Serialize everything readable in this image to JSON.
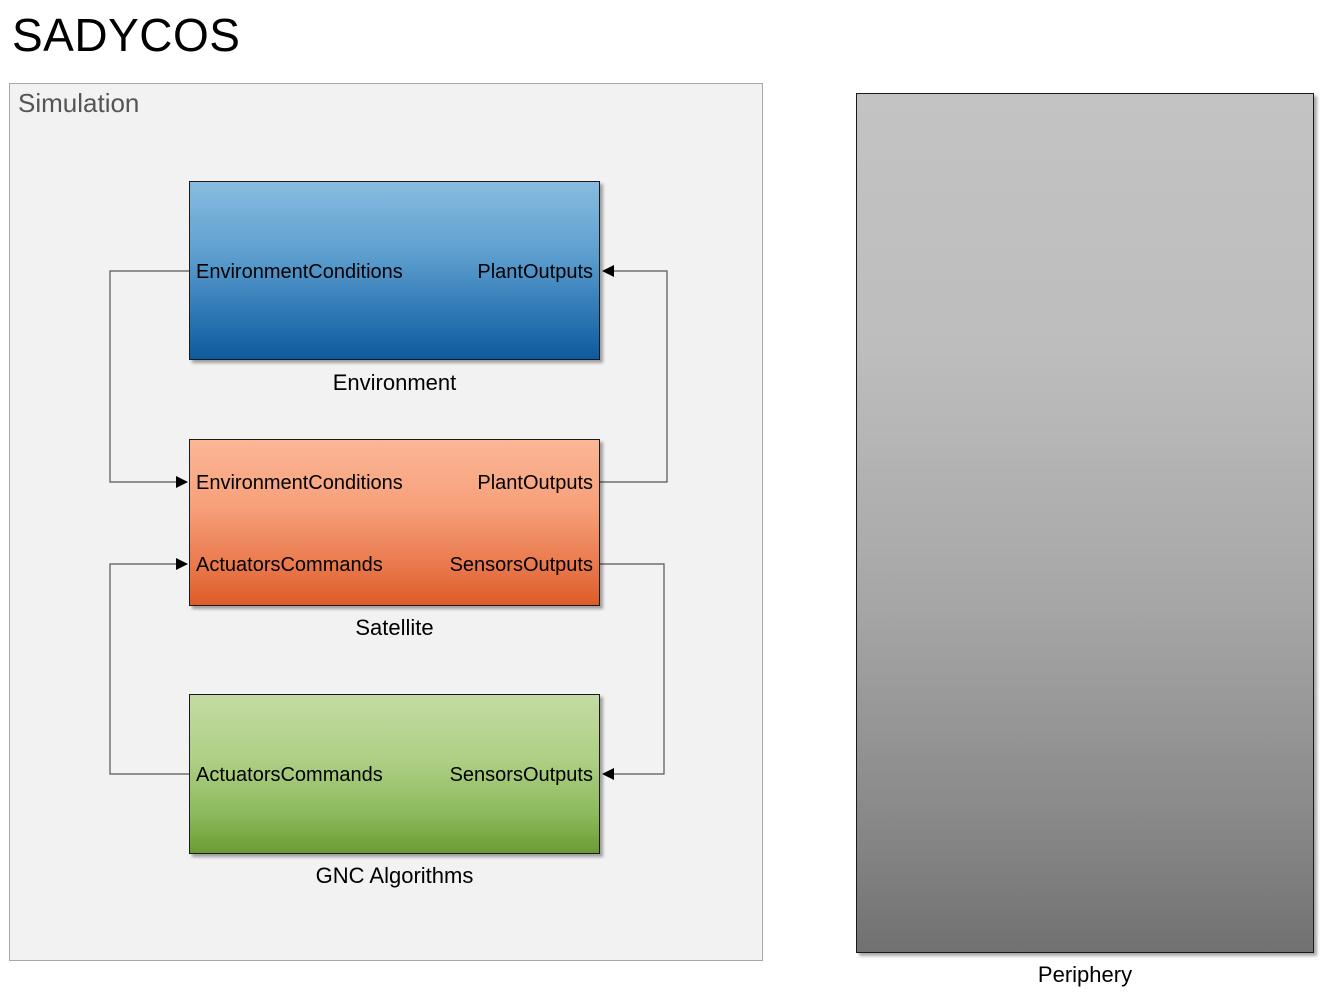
{
  "title": "SADYCOS",
  "area": {
    "label": "Simulation"
  },
  "blocks": {
    "environment": {
      "name": "Environment",
      "color": "#2d77b4",
      "ports": {
        "in": "EnvironmentConditions",
        "out": "PlantOutputs"
      }
    },
    "satellite": {
      "name": "Satellite",
      "color": "#ea7a4d",
      "ports": {
        "in1": "EnvironmentConditions",
        "out1": "PlantOutputs",
        "in2": "ActuatorsCommands",
        "out2": "SensorsOutputs"
      }
    },
    "gnc": {
      "name": "GNC Algorithms",
      "color": "#8dba5c",
      "ports": {
        "in": "ActuatorsCommands",
        "out": "SensorsOutputs"
      }
    },
    "periphery": {
      "name": "Periphery",
      "color": "#a6a6a6"
    }
  }
}
